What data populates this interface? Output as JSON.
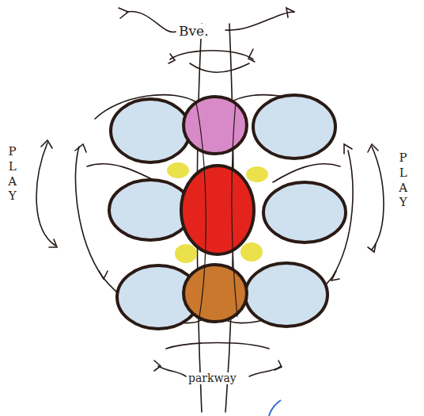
{
  "diagram": {
    "labels": [
      "Bve.",
      "PLAY",
      "PLAY",
      "parkway"
    ]
  }
}
